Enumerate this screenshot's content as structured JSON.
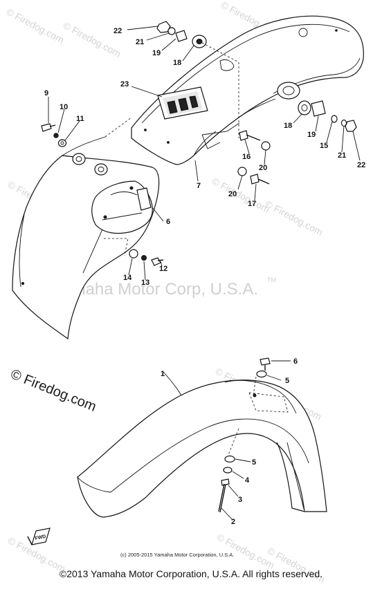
{
  "watermarks": {
    "small": "© Firedog.com",
    "main": "© Firedog.com",
    "center": "Yamaha Motor Corp, U.S.A.",
    "tm": "TM"
  },
  "image_copyright": "(c) 2005-2015 Yamaha Motor Corporation, U.S.A.",
  "footer_copyright": "©2013 Yamaha Motor Corporation, U.S.A. All rights reserved.",
  "rear_fender_callouts": [
    "22",
    "21",
    "19",
    "18",
    "23",
    "9",
    "10",
    "11",
    "6",
    "14",
    "13",
    "12",
    "7",
    "18",
    "19",
    "15",
    "21",
    "22",
    "16",
    "20",
    "20",
    "17"
  ],
  "front_fender_callouts": [
    "1",
    "6",
    "5",
    "5",
    "4",
    "3",
    "2"
  ],
  "direction_marker": "FWD"
}
